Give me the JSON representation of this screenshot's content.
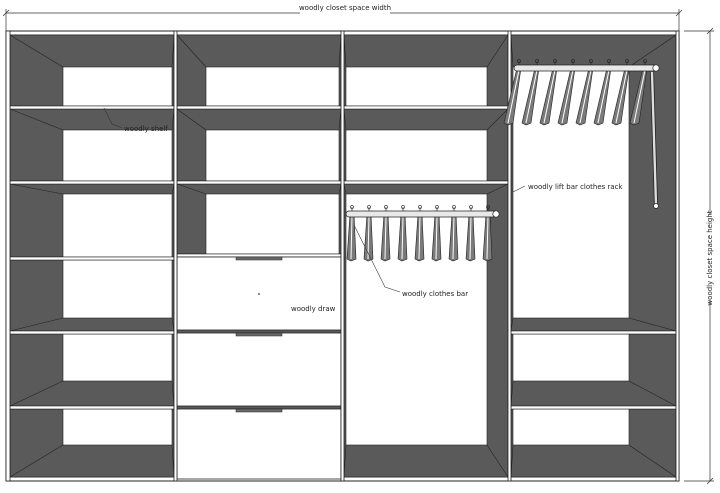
{
  "colors": {
    "panel_dark": "#5a5a5a",
    "panel_light": "#ffffff",
    "edge": "#222222",
    "hanger": "#7a7a7a",
    "rail": "#e8e8e8"
  },
  "dimensions": {
    "width_label": "woodly closet space width",
    "height_label": "woodly closet space height"
  },
  "callouts": {
    "shelf": "woodly shelf",
    "lift_bar": "woodly lift bar clothes rack",
    "draw": "woodly draw",
    "clothes_bar": "woodly clothes bar"
  }
}
